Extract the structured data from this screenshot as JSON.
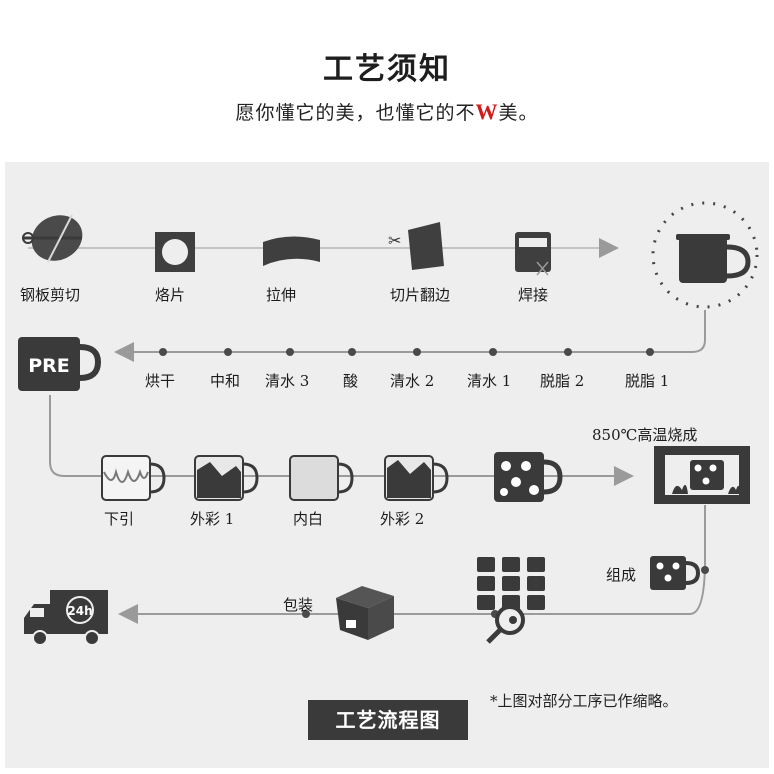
{
  "header": {
    "title": "工艺须知",
    "subtitle_before": "愿你懂它的美，也懂它的不",
    "subtitle_accent": "W",
    "subtitle_after": "美。"
  },
  "row1": [
    "钢板剪切",
    "烙片",
    "拉伸",
    "切片翻边",
    "焊接"
  ],
  "row2": [
    "烘干",
    "中和",
    "清水 3",
    "酸",
    "清水 2",
    "清水 1",
    "脱脂 2",
    "脱脂 1"
  ],
  "row3": [
    "下引",
    "外彩 1",
    "内白",
    "外彩 2"
  ],
  "firing_label": "850℃高温烧成",
  "assemble_label": "组成",
  "pack_label": "包装",
  "pre_badge": "PRE",
  "truck_badge": "24h",
  "footer": {
    "title": "工艺流程图",
    "note": "*上图对部分工序已作缩略。"
  },
  "colors": {
    "accent": "#d11a1a",
    "dark": "#3a3a3a",
    "panel": "#eeeeee",
    "line": "#9a9a9a"
  }
}
